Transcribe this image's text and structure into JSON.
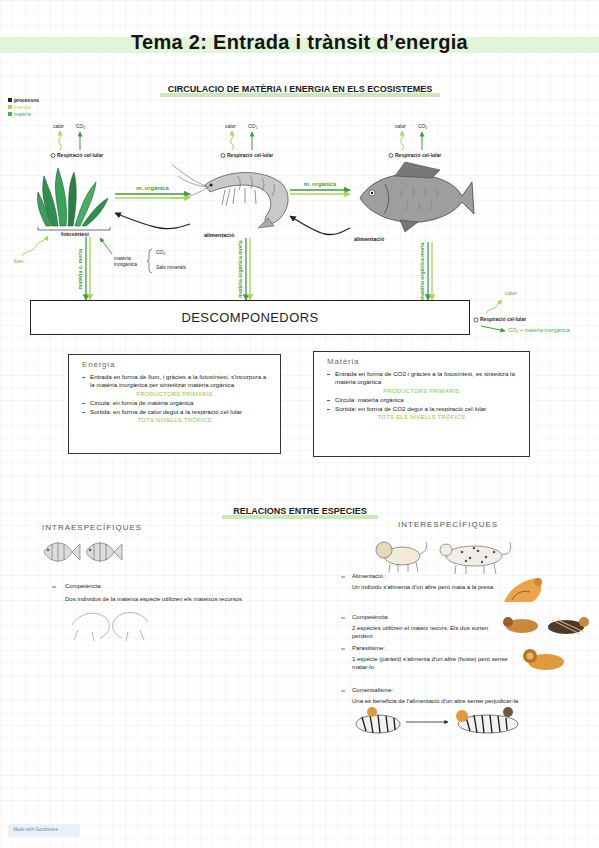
{
  "diagram": {
    "title": "Tema 2: Entrada i trànsit d’energia",
    "nodes": [
      {
        "text": [
          "fotosíntesi"
        ]
      },
      {
        "text": [
          "alimentació"
        ]
      },
      {
        "text": [
          "alimentació"
        ]
      },
      {
        "text": [
          "DESCOMPONEDORS"
        ]
      },
      {
        "text": [
          "Energia",
          "Entrada en forma de llum, i gràcies a la fotosíntesi, s'incorpora a la matèria inorgànica per sintetitzar matèria orgànica",
          "PRODUCTORS PRIMARIS",
          "Circula: en forma de matèria orgànica",
          "Sortida: en forma de calor degut a la respiració cel·lular",
          "TOTS NIVELLS TRÒFICS"
        ]
      },
      {
        "text": [
          "Matèria",
          "Entrada en forma de CO2 i gràcies a la fotosíntesi, es sintetitza la matèria orgànica",
          "PRODUCTORS PRIMARIS",
          "Circula: matèria orgànica",
          "Sortida: en forma de CO2 degut a la respiració cel·lular",
          "TOTS ELS NIVELLS TRÒFICS"
        ]
      }
    ],
    "edges": [
      {
        "from": 0,
        "to": 1,
        "label": "m. orgànica",
        "arrow": "to"
      },
      {
        "from": 1,
        "to": 2,
        "label": "m. orgànica",
        "arrow": "to"
      },
      {
        "from": 1,
        "to": 0,
        "arrow": "to"
      },
      {
        "from": 2,
        "to": 1,
        "arrow": "to"
      },
      {
        "from": 0,
        "to": 3,
        "label": "matèria o. morta",
        "arrow": "to"
      },
      {
        "from": 1,
        "to": 3,
        "label": "matèria orgànica morta",
        "arrow": "to"
      },
      {
        "from": 2,
        "to": 3,
        "label": "matèria orgànica morta",
        "arrow": "to"
      }
    ],
    "labels": [
      "CIRCULACIO DE MATÈRIA I ENERGIA EN ELS ECOSISTEMES",
      "calor",
      "CO₂",
      "Respiració cel·lular",
      "calor",
      "CO₂",
      "Respiració cel·lular",
      "calor",
      "CO₂",
      "Respiració cel·lular",
      "llum",
      "matèria inorgànica",
      "CO₂",
      "Sals minerals",
      "calor",
      "Respiració cel·lular",
      "CO₂ + matèria inorgànica",
      "RELACIONS ENTRE ESPECIES",
      "INTRAESPECÍFIQUES",
      "Competència:",
      "Dos individus de la mateixa espècie utilitzen els mateixos recursos",
      "INTERESPECÍFIQUES",
      "Alimentació :",
      "Un individu s'alimenta d'un altre però mata a la presa",
      "Competència:",
      "2 espècies utilitzen el mateix recurs. Els dos surten perdent",
      "Parasitisme:",
      "1 espècie (paràsit) s'alimenta d'un altre (hoste) però sense matar-lo",
      "Comensalisme:",
      "Una es beneficia de l'alimentació d'un altre sense perjudicar-la",
      "Made with Goodnotes"
    ],
    "legend": [
      {
        "text": "processos",
        "color": "#222222"
      },
      {
        "text": "energia",
        "color": "#a6d65a"
      },
      {
        "text": "matèria",
        "color": "#4caf50"
      }
    ]
  }
}
